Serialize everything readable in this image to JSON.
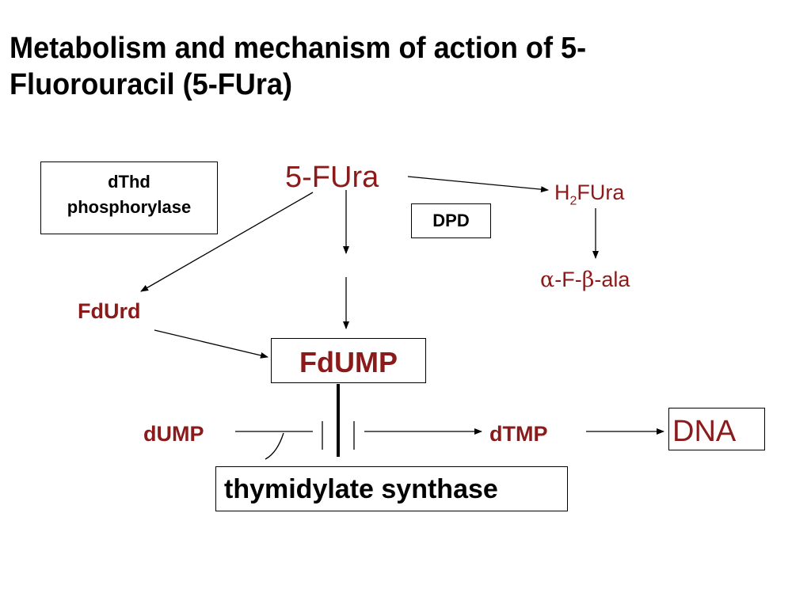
{
  "title": {
    "line1": "Metabolism and mechanism of action of 5-",
    "line2": "Fluorouracil (5-FUra)"
  },
  "nodes": {
    "fura": "5-FUra",
    "dthd_line1": "dThd",
    "dthd_line2": "phosphorylase",
    "dpd": "DPD",
    "h2fura_h": "H",
    "h2fura_sub": "2",
    "h2fura_rest": "FUra",
    "alpha": "α",
    "f_dash": "-F-",
    "beta": "β",
    "ala": "-ala",
    "fdurd": "FdUrd",
    "fdump": "FdUMP",
    "dump": "dUMP",
    "dtmp": "dTMP",
    "dna": "DNA",
    "thymidylate": "thymidylate synthase"
  },
  "colors": {
    "label_red": "#8b1a1a",
    "line": "#000000"
  }
}
